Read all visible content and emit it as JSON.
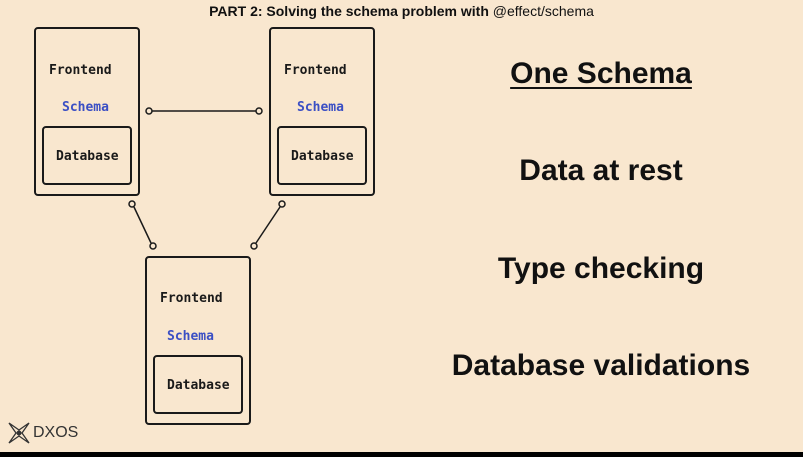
{
  "slide": {
    "title_prefix": "PART 2: Solving the schema problem with",
    "title_suffix": " @effect/schema"
  },
  "diagram": {
    "nodes": [
      {
        "frontend": "Frontend",
        "schema": "Schema",
        "database": "Database"
      },
      {
        "frontend": "Frontend",
        "schema": "Schema",
        "database": "Database"
      },
      {
        "frontend": "Frontend",
        "schema": "Schema",
        "database": "Database"
      }
    ],
    "schema_color": "#3b4fc4"
  },
  "points": [
    "One Schema",
    "Data at rest",
    "Type checking",
    "Database validations"
  ],
  "logo": {
    "text": "DXOS",
    "icon": "dxos-star-icon"
  }
}
